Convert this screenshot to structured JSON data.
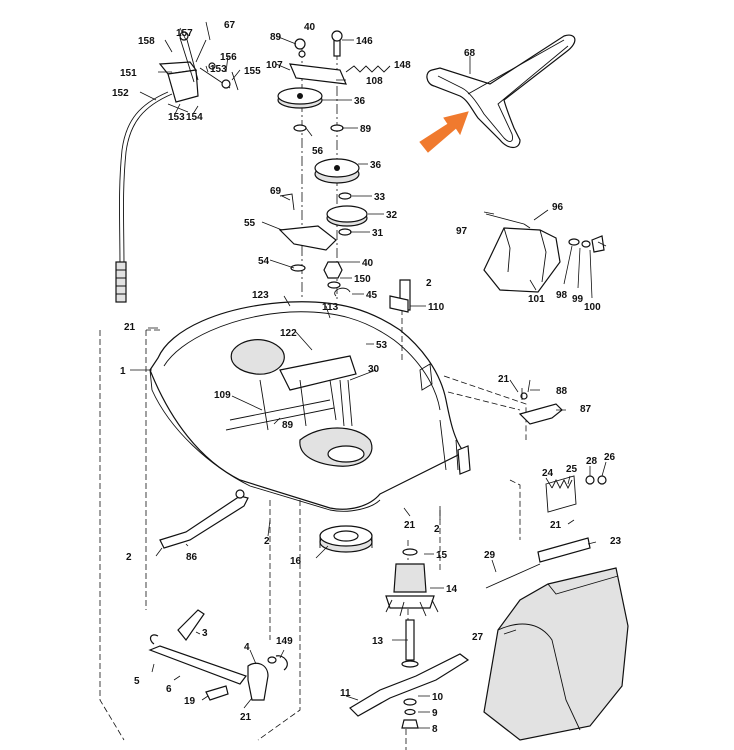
{
  "diagram": {
    "labels": {
      "p2": "2",
      "p4": "4",
      "p5": "5",
      "p6": "6",
      "p9": "9",
      "p10": "10",
      "p11": "11",
      "p13": "13",
      "p14": "14",
      "p15": "15",
      "p16": "16",
      "p19": "19",
      "p21": "21",
      "p23": "23",
      "p24": "24",
      "p25": "25",
      "p26": "26",
      "p27": "27",
      "p28": "28",
      "p29": "29",
      "p30": "30",
      "p31": "31",
      "p32": "32",
      "p33": "33",
      "p36": "36",
      "p40": "40",
      "p45": "45",
      "p53": "53",
      "p54": "54",
      "p55": "55",
      "p56": "56",
      "p67": "67",
      "p68": "68",
      "p69": "69",
      "p86": "86",
      "p87": "87",
      "p88": "88",
      "p89": "89",
      "p96": "96",
      "p97": "97",
      "p98": "98",
      "p99": "99",
      "p100": "100",
      "p101": "101",
      "p107": "107",
      "p108": "108",
      "p109": "109",
      "p110": "110",
      "p113": "113",
      "p122": "122",
      "p123": "123",
      "p146": "146",
      "p148": "148",
      "p149": "149",
      "p150": "150",
      "p151": "151",
      "p152": "152",
      "p153": "153",
      "p154": "154",
      "p155": "155",
      "p156": "156",
      "p157": "157",
      "p158": "158"
    },
    "highlight_arrow_color": "#f07a2e"
  }
}
